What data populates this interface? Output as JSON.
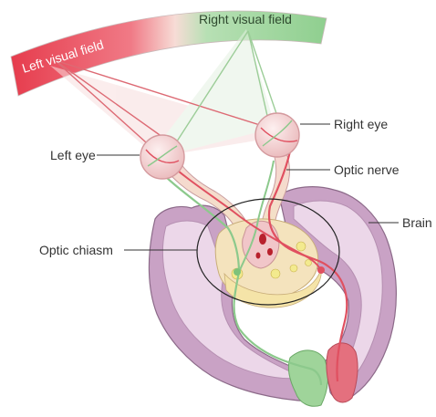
{
  "labels": {
    "left_visual_field": "Left visual field",
    "right_visual_field": "Right visual field",
    "left_eye": "Left eye",
    "right_eye": "Right eye",
    "optic_nerve": "Optic nerve",
    "brain": "Brain",
    "optic_chiasm": "Optic chiasm"
  },
  "colors": {
    "left_field": "#e8505b",
    "right_field": "#93cc93",
    "brain_tissue": "#c7a0c4",
    "brain_inner": "#e9d3e6",
    "left_path": "#e05060",
    "right_path": "#8cc98c",
    "eye": "#f2c9c9",
    "leader": "#333333"
  }
}
